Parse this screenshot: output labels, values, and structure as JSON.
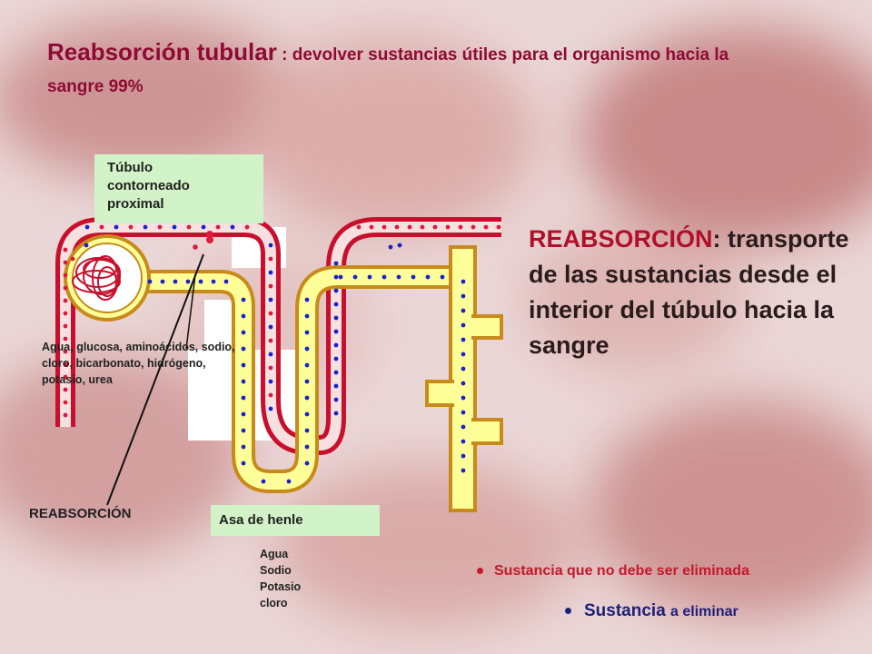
{
  "title": {
    "main": "Reabsorción tubular",
    "separator": " : ",
    "rest": "devolver sustancias útiles para el organismo hacia la sangre  99%"
  },
  "labels": {
    "tubulo": [
      "Túbulo",
      "contorneado",
      "proximal"
    ],
    "substances": "Agua, glucosa, aminoácidos, sodio, cloro, bicarbonato, hidrógeno, potasio, urea",
    "reabsorcion": "REABSORCIÓN",
    "asa": "Asa de henle",
    "asa_list": [
      "Agua",
      "Sodio",
      "Potasio",
      "cloro"
    ]
  },
  "definition": {
    "heading": "REABSORCIÓN",
    "colon": ":",
    "body": " transporte de las sustancias desde el interior del túbulo hacia la sangre"
  },
  "legend": {
    "red_text": "Sustancia que no debe ser eliminada",
    "blue_text_big": "Sustancia ",
    "blue_text_small": "a eliminar"
  },
  "colors": {
    "vessel": "#c8102e",
    "vessel_dark": "#8a0a1e",
    "tubule": "#ffff99",
    "tubule_border": "#c88a1a",
    "red_dot": "#e0193a",
    "blue_dot": "#1a22c8",
    "label_bg": "#d2f3c8",
    "title": "#8e0b34"
  }
}
